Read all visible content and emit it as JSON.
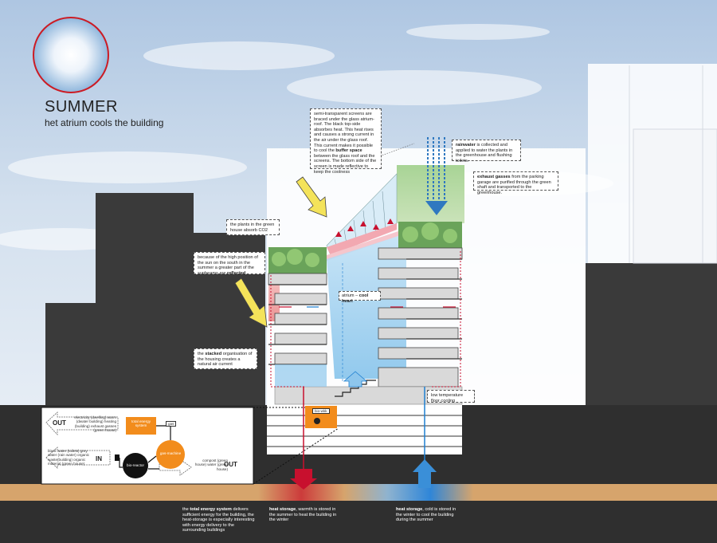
{
  "title": {
    "season": "SUMMER",
    "subtitle": "het atrium cools the building"
  },
  "notes": {
    "screens": "semi-transparent screens are braced under the glass atrium-roof. The black top-side absorbes heat. This heat rises and causes a strong current in the air under the glass roof. This current makes it possible to cool the",
    "screens_bold": "buffer space",
    "screens_tail": "between the glass roof and the screens. The bottom side of the screen is made reflective to keep the coolness",
    "rainwater_bold": "rainwater",
    "rainwater_tail": "is collected and applied to water the plants in the greenhouse and flushing toilets.",
    "exhaust_bold": "exhaust gasses",
    "exhaust_tail": "from the parking garage are purified through the green shaft and transported to the greenhouse.",
    "plants": "the plants in the green house absorb CO2",
    "sun": "because of the high position of the sun on the south in the summer a greater part of the sunbeams are",
    "sun_bold": "reflected",
    "atrium_label": "atrium",
    "atrium_bold": "cool heart",
    "stacked_pre": "the",
    "stacked_bold": "stacked",
    "stacked_tail": "organisation of the housing creates a natural air current",
    "low_temp": "low temperature floor cooling"
  },
  "energy": {
    "out_label": "OUT",
    "in_label": "IN",
    "out2_label": "OUT",
    "out_items": "electricity (dwelling) warm (dwater building) heating (building) exhaust gasses (green house)",
    "in_items": "black water (toilets) grey water (rain water) organic waste(building) organic material (green house)",
    "out2_items": "compost (green house) water (green house)",
    "total_energy": "total energy system",
    "gas": "gas",
    "gas_machine": "gas-machine",
    "bio_reactor": "bio-reactor",
    "bio_wkk": "bio-wkk"
  },
  "captions": {
    "total_pre": "the",
    "total_bold": "total energy system",
    "total_tail": "delivers sufficient energy for the building, the heat-storage is especially interesting with energy delivery to the surrounding buildings",
    "heat_bold": "heat storage",
    "heat_tail": ", warmth is stored in the summer to heat the building in the winter",
    "cold_bold": "heat storage",
    "cold_tail": ", cold is stored in the winter to cool the building during the summer"
  },
  "colors": {
    "sky_top": "#c9d8ea",
    "sky_bottom": "#dfe8f2",
    "ground": "#2f2f2f",
    "earth": "#d6a46c",
    "warm": "#c8102e",
    "cold": "#1e7fd1",
    "orange": "#f28c1c",
    "sun_ring": "#cc1b24",
    "yellow_arrow": "#f4e35a"
  }
}
